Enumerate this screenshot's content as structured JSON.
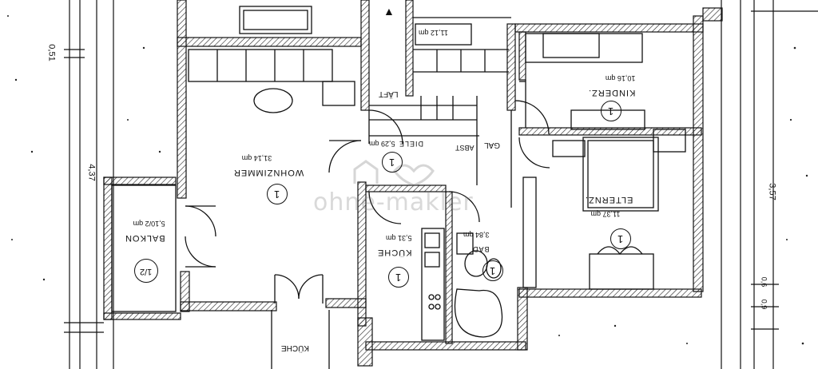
{
  "watermark": "ohne-makler",
  "rooms": [
    {
      "id": "wohnzimmer",
      "name": "WOHNZIMMER",
      "area": "31,14 qm",
      "num": "1"
    },
    {
      "id": "balkon",
      "name": "BALKON",
      "area": "5,10/2 qm",
      "num": "1/2"
    },
    {
      "id": "kinderzimmer",
      "name": "KINDERZ.",
      "area": "10,16 qm",
      "num": "1"
    },
    {
      "id": "elternzimmer",
      "name": "ELTERNZ.",
      "area": "11,37 qm",
      "num": "1"
    },
    {
      "id": "diele",
      "name": "DIELE",
      "area": "5,29 qm",
      "num": "1"
    },
    {
      "id": "kueche",
      "name": "KÜCHE",
      "area": "5,31 qm",
      "num": "1"
    },
    {
      "id": "bad",
      "name": "BAD",
      "area": "3,84 qm",
      "num": "1"
    },
    {
      "id": "gal",
      "name": "GAL",
      "area": ""
    },
    {
      "id": "abst",
      "name": "ABST",
      "area": ""
    },
    {
      "id": "kueche_lower",
      "name": "KÜCHE",
      "area": ""
    },
    {
      "id": "treppe",
      "name": "LÄFT",
      "area": ""
    }
  ],
  "dimensions": {
    "left_top": "0,51",
    "left_mid": "4,37",
    "right_mid": "3,57",
    "right_small1": "0,6",
    "right_small2": "0,9"
  },
  "misc": {
    "top_stair_label": "11,12 qm",
    "stair_mark": "▲"
  }
}
